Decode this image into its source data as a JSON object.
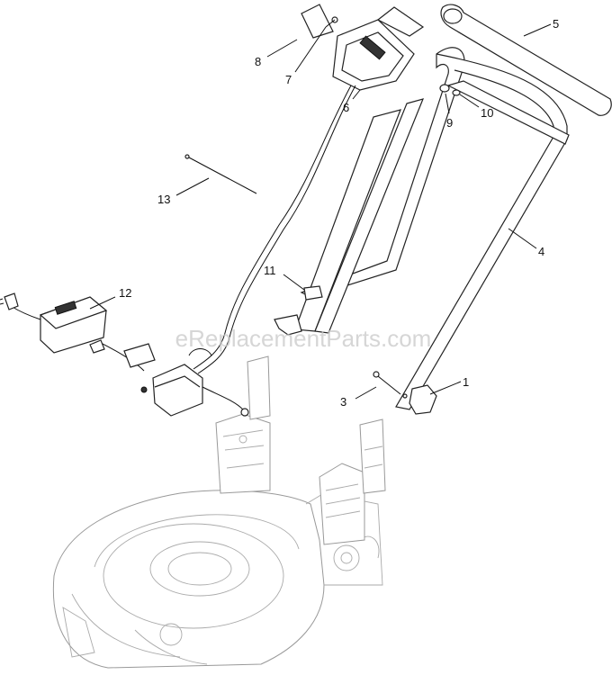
{
  "watermark": "eReplacementParts.com",
  "callouts": [
    {
      "id": "1",
      "label": "1"
    },
    {
      "id": "3",
      "label": "3"
    },
    {
      "id": "4",
      "label": "4"
    },
    {
      "id": "5",
      "label": "5"
    },
    {
      "id": "6",
      "label": "6"
    },
    {
      "id": "7",
      "label": "7"
    },
    {
      "id": "8",
      "label": "8"
    },
    {
      "id": "9",
      "label": "9"
    },
    {
      "id": "10",
      "label": "10"
    },
    {
      "id": "11",
      "label": "11"
    },
    {
      "id": "12",
      "label": "12"
    },
    {
      "id": "13",
      "label": "13"
    }
  ]
}
